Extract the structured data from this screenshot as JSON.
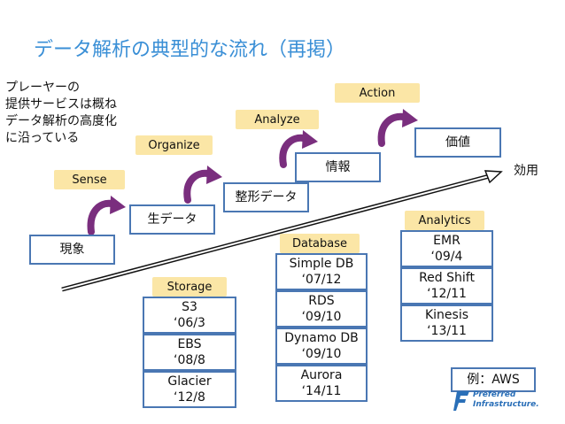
{
  "title": "データ解析の典型的な流れ（再掲）",
  "note": [
    "プレーヤーの",
    "提供サービスは概ね",
    "データ解析の高度化",
    "に沿っている"
  ],
  "stages": {
    "sense": "Sense",
    "organize": "Organize",
    "analyze": "Analyze",
    "action": "Action"
  },
  "data_steps": {
    "phenomenon": "現象",
    "raw_data": "生データ",
    "shaped_data": "整形データ",
    "information": "情報",
    "value": "価値"
  },
  "effect_label": "効用",
  "storage": {
    "label": "Storage",
    "items": [
      {
        "name": "S3",
        "date": "‘06/3"
      },
      {
        "name": "EBS",
        "date": "‘08/8"
      },
      {
        "name": "Glacier",
        "date": "‘12/8"
      }
    ]
  },
  "database": {
    "label": "Database",
    "items": [
      {
        "name": "Simple DB",
        "date": "‘07/12"
      },
      {
        "name": "RDS",
        "date": "‘09/10"
      },
      {
        "name": "Dynamo DB",
        "date": "‘09/10"
      },
      {
        "name": "Aurora",
        "date": "‘14/11"
      }
    ]
  },
  "analytics": {
    "label": "Analytics",
    "items": [
      {
        "name": "EMR",
        "date": "‘09/4"
      },
      {
        "name": "Red Shift",
        "date": "‘12/11"
      },
      {
        "name": "Kinesis",
        "date": "‘13/11"
      }
    ]
  },
  "example_label": "例：AWS",
  "logo": {
    "line1": "Preferred",
    "line2": "Infrastructure."
  },
  "colors": {
    "title": "#3a8fd6",
    "box_border": "#4a77b3",
    "tag_fill": "#fbe6a6",
    "curve_arrow": "#7a2e7e"
  }
}
